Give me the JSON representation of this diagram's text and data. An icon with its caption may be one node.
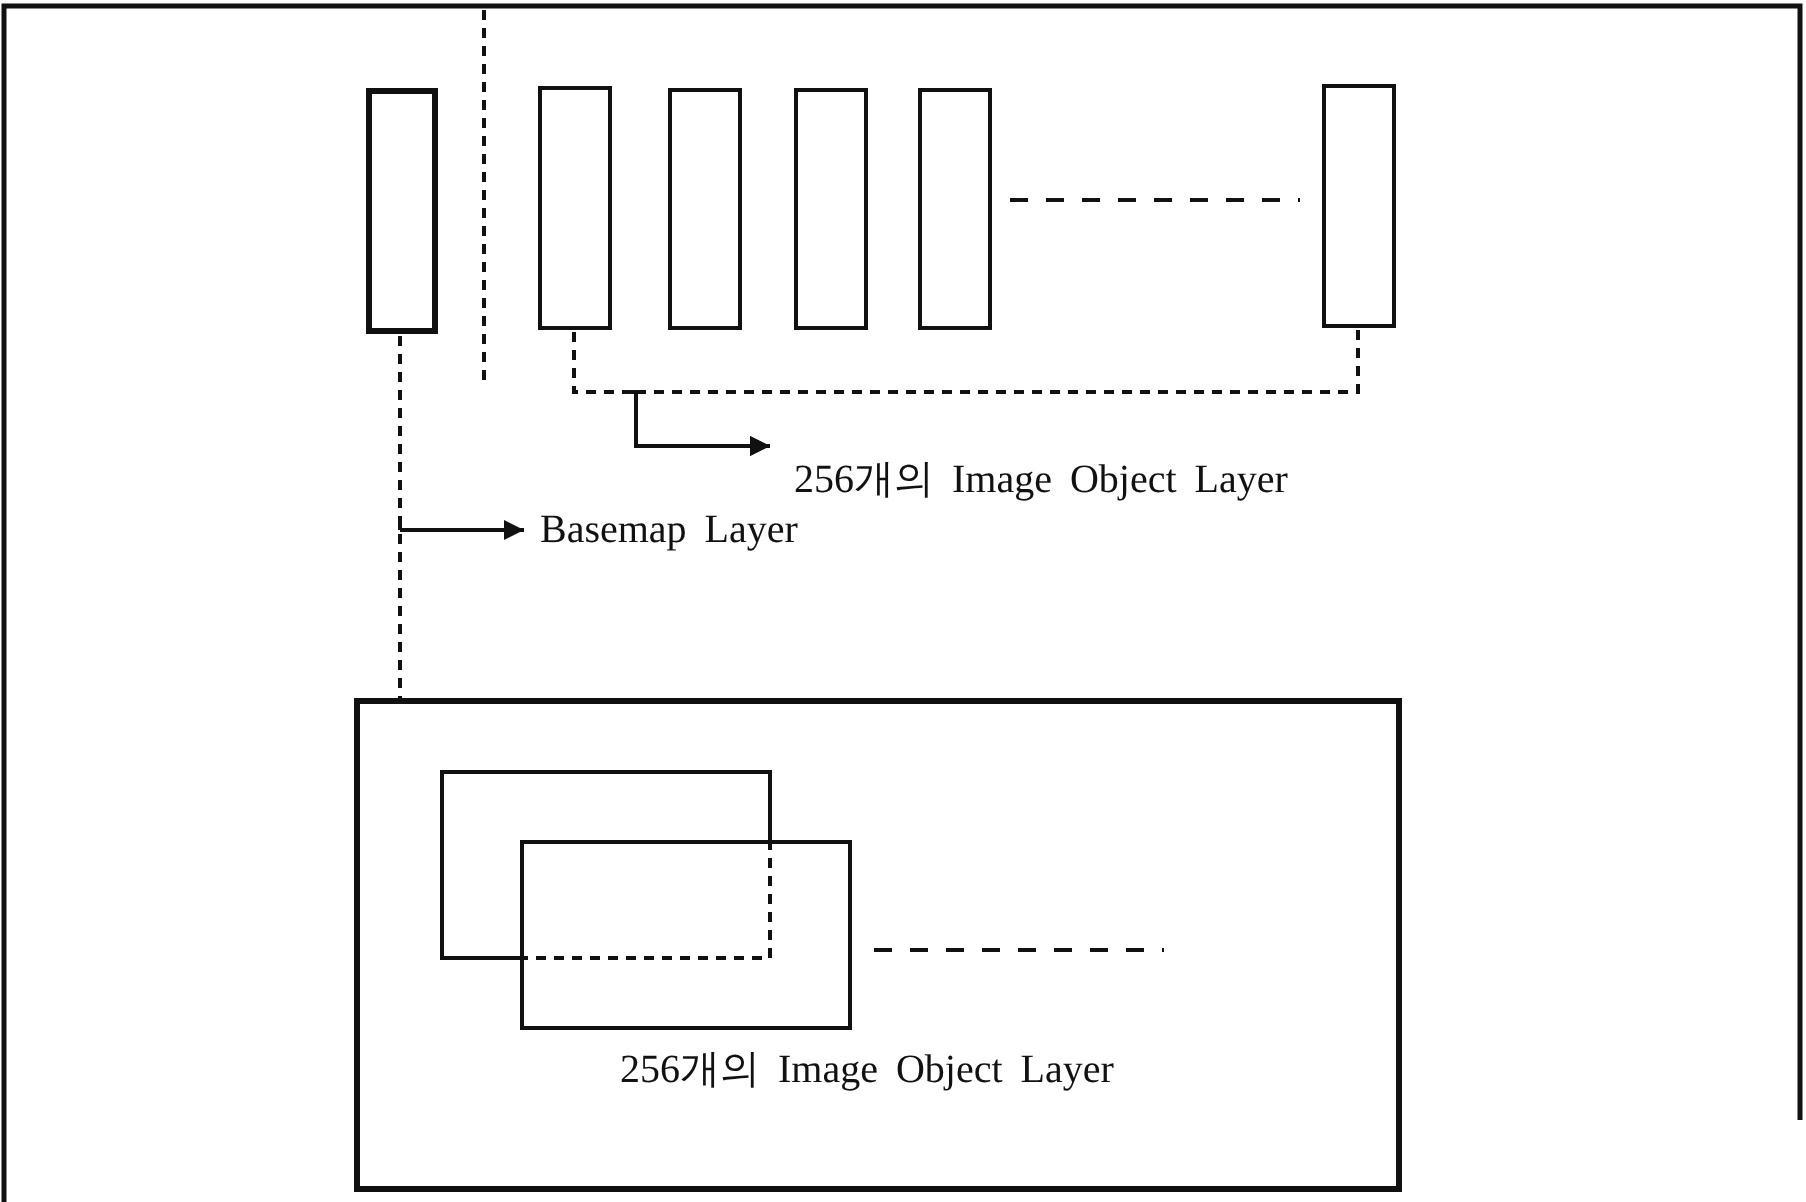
{
  "diagram": {
    "nodes": [
      {
        "text": [],
        "shape": "box"
      },
      {
        "text": [],
        "shape": "box"
      },
      {
        "text": [],
        "shape": "box"
      },
      {
        "text": [],
        "shape": "box"
      },
      {
        "text": [],
        "shape": "box"
      },
      {
        "text": [],
        "shape": "box"
      },
      {
        "text": [
          "256개의 Image Object Layer"
        ]
      },
      {
        "text": [
          "Basemap Layer"
        ]
      },
      {
        "text": [
          "256개의 Image Object Layer"
        ]
      },
      {
        "text": [],
        "shape": "box",
        "in": 8
      },
      {
        "text": [],
        "shape": "box",
        "in": 8
      }
    ],
    "edges": [
      {
        "from": 0,
        "to": 7,
        "arrow": "to"
      },
      {
        "from": 0,
        "to": 8,
        "arrow": "none",
        "style": "dashed"
      },
      {
        "from": 1,
        "to": 6,
        "arrow": "to"
      },
      {
        "from": 5,
        "to": 6,
        "arrow": "to"
      }
    ]
  }
}
